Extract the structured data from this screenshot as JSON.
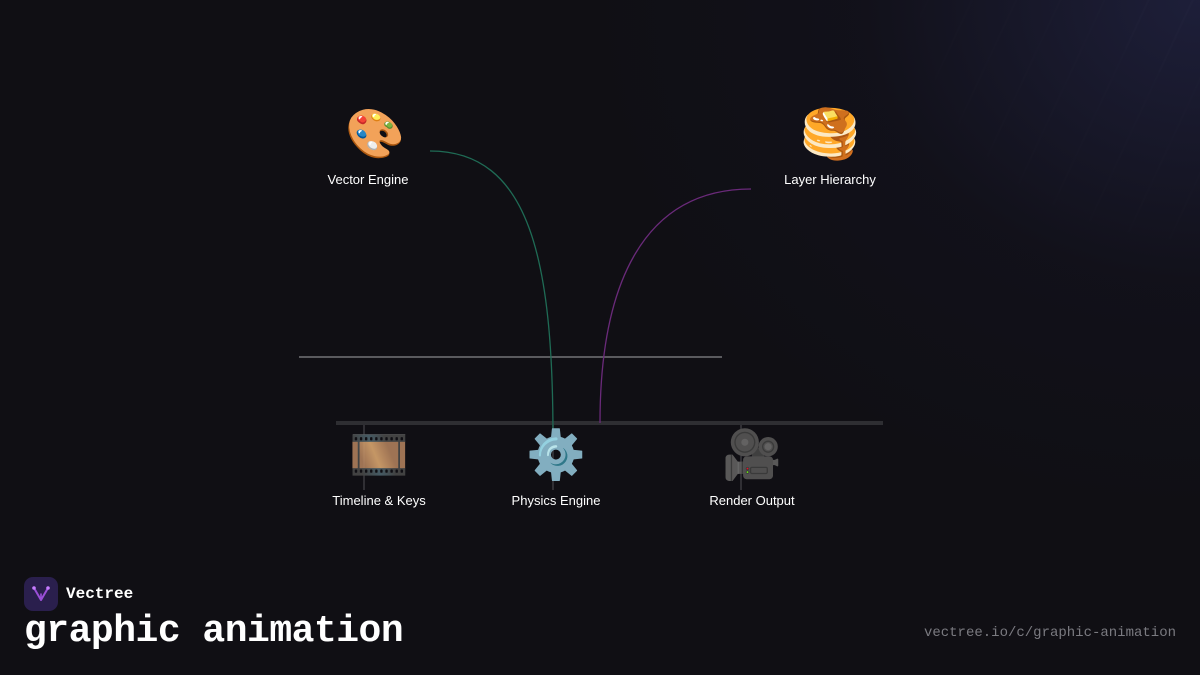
{
  "brand": {
    "name": "Vectree",
    "logo": "vectree-logo-icon"
  },
  "title": "graphic animation",
  "url": "vectree.io/c/graphic-animation",
  "nodes": [
    {
      "id": "vector-engine",
      "label": "Vector Engine",
      "emoji": "🎨",
      "icon": "palette-icon"
    },
    {
      "id": "layer-hierarchy",
      "label": "Layer Hierarchy",
      "emoji": "🥞",
      "icon": "pancakes-icon"
    },
    {
      "id": "timeline-keys",
      "label": "Timeline & Keys",
      "emoji": "🎞️",
      "icon": "film-frames-icon"
    },
    {
      "id": "physics-engine",
      "label": "Physics Engine",
      "emoji": "⚙️",
      "icon": "gear-icon"
    },
    {
      "id": "render-output",
      "label": "Render Output",
      "emoji": "🎥",
      "icon": "movie-camera-icon"
    }
  ],
  "colors": {
    "background": "#100f14",
    "link_vector": "#1f6b55",
    "link_layer": "#6a2a7a",
    "divider": "#5a5a5e",
    "bus": "#2e2e32"
  }
}
